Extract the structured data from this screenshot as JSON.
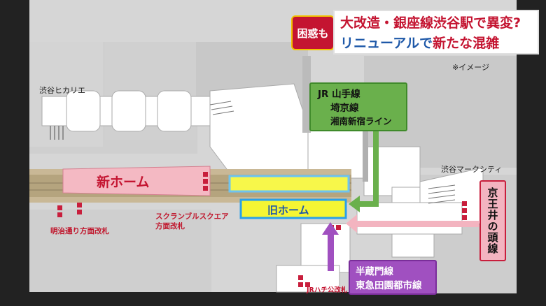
{
  "headline": {
    "badge": "困惑も",
    "line1": "大改造・銀座線渋谷駅で異変?",
    "line2_prefix": "リニューアルで",
    "line2_highlight": "新たな混雑"
  },
  "note": "※イメージ",
  "places": {
    "shibuya_hikarie": "渋谷ヒカリエ",
    "shibuya_mark_city": "渋谷マークシティ"
  },
  "platforms": {
    "new": "新ホーム",
    "old": "旧ホーム"
  },
  "gates": {
    "meiji_dori": "明治通り方面改札",
    "scramble_square": "スクランブルスクエア\n方面改札",
    "jr_hachiko": "JRハチ公改札"
  },
  "lines": {
    "jr": [
      "JR 山手線",
      "埼京線",
      "湘南新宿ライン"
    ],
    "keio": "京王井の頭線",
    "hanzomon": [
      "半蔵門線",
      "東急田園都市線"
    ]
  },
  "colors": {
    "badge_bg": "#c41431",
    "headline_red": "#c41431",
    "headline_blue": "#1e58a8",
    "new_platform": "#f4b9c3",
    "old_platform": "#f5f533",
    "jr_green": "#6ab04c",
    "keio_pink": "#f3b4c0",
    "hanzomon_purple": "#a050c0"
  }
}
